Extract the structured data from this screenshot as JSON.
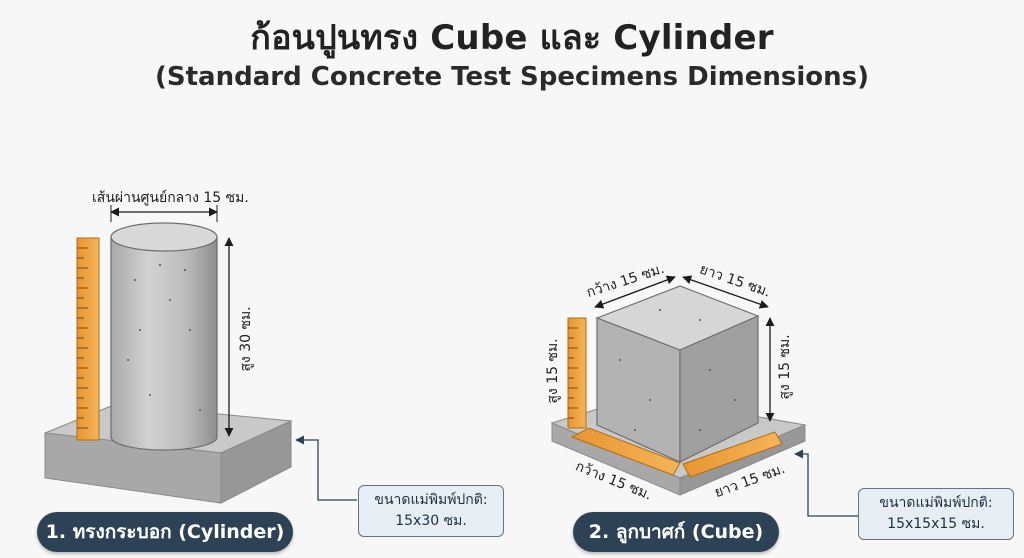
{
  "title": {
    "main": "ก้อนปูนทรง Cube และ Cylinder",
    "sub": "(Standard Concrete Test Specimens Dimensions)"
  },
  "cylinder": {
    "caption": "1. ทรงกระบอก (Cylinder)",
    "diameter_label": "เส้นผ่านศูนย์กลาง 15 ซม.",
    "height_label": "สูง 30 ซม.",
    "note_line1": "ขนาดแม่พิมพ์ปกติ:",
    "note_line2": "15x30 ซม."
  },
  "cube": {
    "caption": "2. ลูกบาศก์ (Cube)",
    "width_top_label": "กว้าง 15 ซม.",
    "length_top_label": "ยาว 15 ซม.",
    "height_right_label": "สูง 15 ซม.",
    "height_left_label": "สูง 15 ซม.",
    "width_bottom_label": "กว้าง 15 ซม.",
    "length_bottom_label": "ยาว 15 ซม.",
    "note_line1": "ขนาดแม่พิมพ์ปกติ:",
    "note_line2": "15x15x15 ซม."
  },
  "colors": {
    "concrete": "#bdbdbd",
    "ruler": "#f0a640",
    "pill": "#2e4256",
    "note_bg": "#e6edf3"
  }
}
